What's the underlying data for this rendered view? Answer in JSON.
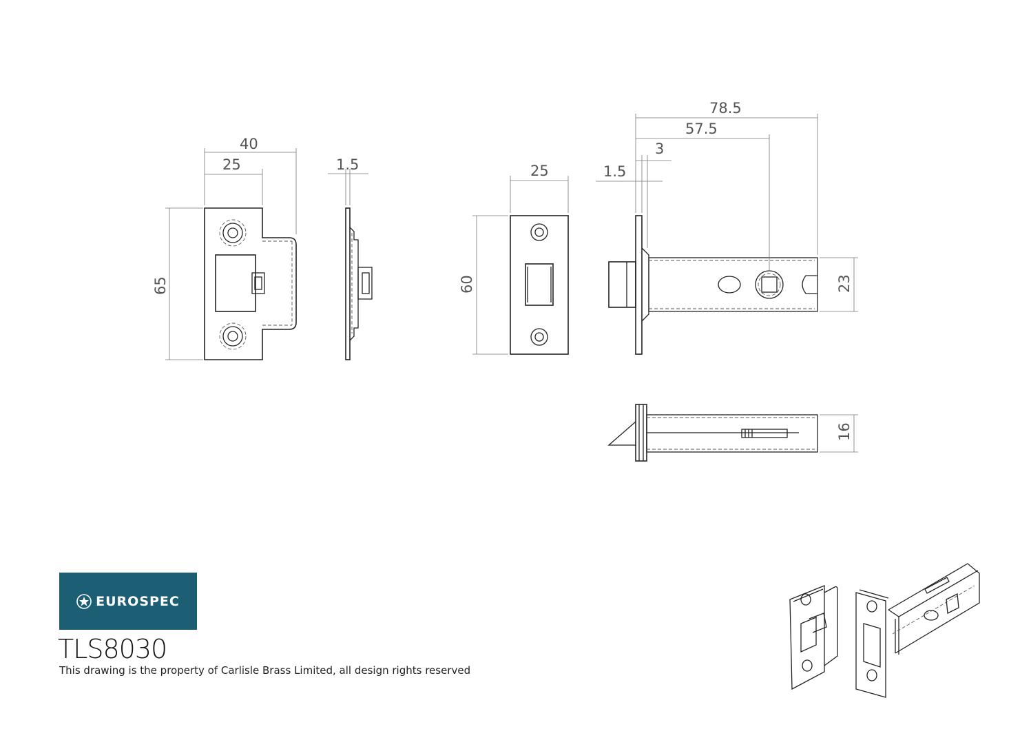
{
  "brand": {
    "name": "EUROSPEC",
    "color": "#1c5f74"
  },
  "product_code": "TLS8030",
  "notice": "This drawing is the property of Carlisle Brass Limited, all design rights reserved",
  "dimensions": {
    "strike_overall_width": "40",
    "strike_plate_width": "25",
    "strike_thickness": "1.5",
    "strike_height": "65",
    "forend_width": "25",
    "forend_height": "60",
    "forend_thickness": "1.5",
    "forend_offset": "3",
    "backset": "57.5",
    "overall_length": "78.5",
    "case_height": "23",
    "case_depth": "16"
  },
  "icons": [
    "eurospec-star-icon"
  ]
}
